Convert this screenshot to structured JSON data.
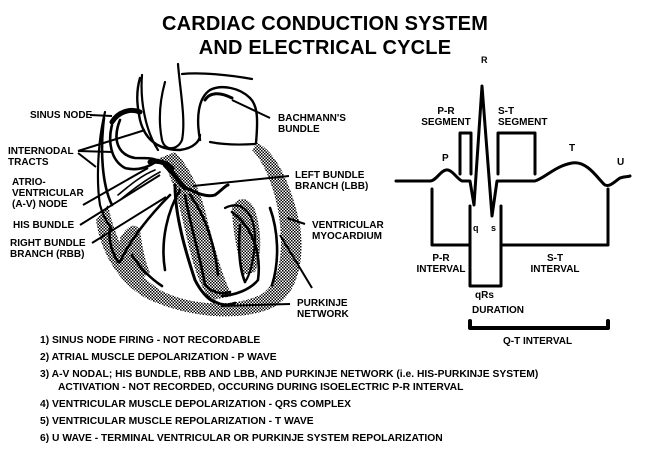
{
  "title": {
    "line1": "CARDIAC CONDUCTION SYSTEM",
    "line2": "AND ELECTRICAL CYCLE"
  },
  "heart_labels": {
    "sinus_node": "SINUS NODE",
    "internodal_1": "INTERNODAL",
    "internodal_2": "TRACTS",
    "av_1": "ATRIO-",
    "av_2": "VENTRICULAR",
    "av_3": "(A-V) NODE",
    "his_bundle": "HIS BUNDLE",
    "rbb_1": "RIGHT BUNDLE",
    "rbb_2": "BRANCH (RBB)",
    "bachmann_1": "BACHMANN'S",
    "bachmann_2": "BUNDLE",
    "lbb_1": "LEFT BUNDLE",
    "lbb_2": "BRANCH (LBB)",
    "ventricular_1": "VENTRICULAR",
    "ventricular_2": "MYOCARDIUM",
    "purkinje_1": "PURKINJE",
    "purkinje_2": "NETWORK"
  },
  "ecg_labels": {
    "r": "R",
    "p": "P",
    "t": "T",
    "u": "U",
    "q": "q",
    "s": "s",
    "pr_segment_1": "P-R",
    "pr_segment_2": "SEGMENT",
    "st_segment_1": "S-T",
    "st_segment_2": "SEGMENT",
    "pr_interval_1": "P-R",
    "pr_interval_2": "INTERVAL",
    "st_interval_1": "S-T",
    "st_interval_2": "INTERVAL",
    "qrs_1": "qRs",
    "qrs_2": "DURATION",
    "qt_interval": "Q-T INTERVAL"
  },
  "notes": [
    "1) SINUS NODE FIRING - NOT RECORDABLE",
    "2)  ATRIAL MUSCLE DEPOLARIZATION - P WAVE",
    "3) A-V NODAL; HIS BUNDLE, RBB AND LBB, AND PURKINJE NETWORK (i.e. HIS-PURKINJE SYSTEM)",
    "ACTIVATION - NOT RECORDED, OCCURING DURING ISOELECTRIC P-R INTERVAL",
    "4) VENTRICULAR MUSCLE DEPOLARIZATION - QRS COMPLEX",
    "5) VENTRICULAR MUSCLE REPOLARIZATION - T WAVE",
    "6) U WAVE - TERMINAL VENTRICULAR OR PURKINJE SYSTEM REPOLARIZATION"
  ]
}
